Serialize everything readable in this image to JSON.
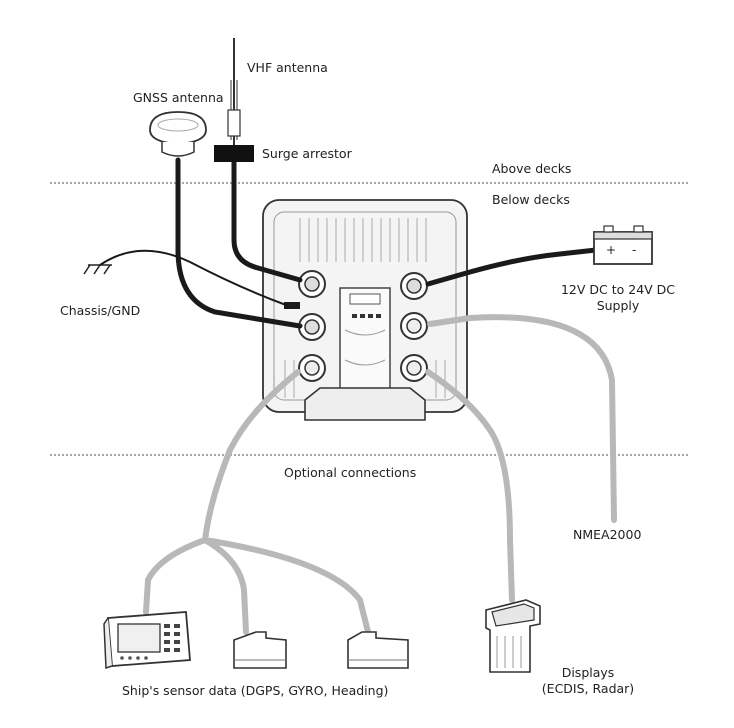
{
  "labels": {
    "vhf_antenna": "VHF antenna",
    "gnss_antenna": "GNSS antenna",
    "surge_arrestor": "Surge arrestor",
    "above_decks": "Above decks",
    "below_decks": "Below decks",
    "chassis_gnd": "Chassis/GND",
    "supply_line1": "12V DC to 24V DC",
    "supply_line2": "Supply",
    "optional_connections": "Optional connections",
    "nmea2000": "NMEA2000",
    "displays_line1": "Displays",
    "displays_line2": "(ECDIS, Radar)",
    "sensor_data": "Ship's sensor data (DGPS, GYRO, Heading)"
  },
  "battery_terminals": [
    "+",
    "-"
  ],
  "colors": {
    "cable_primary": "#1a1a1a",
    "cable_optional": "#b8b8b8",
    "outline": "#333333",
    "divider": "#888888"
  }
}
